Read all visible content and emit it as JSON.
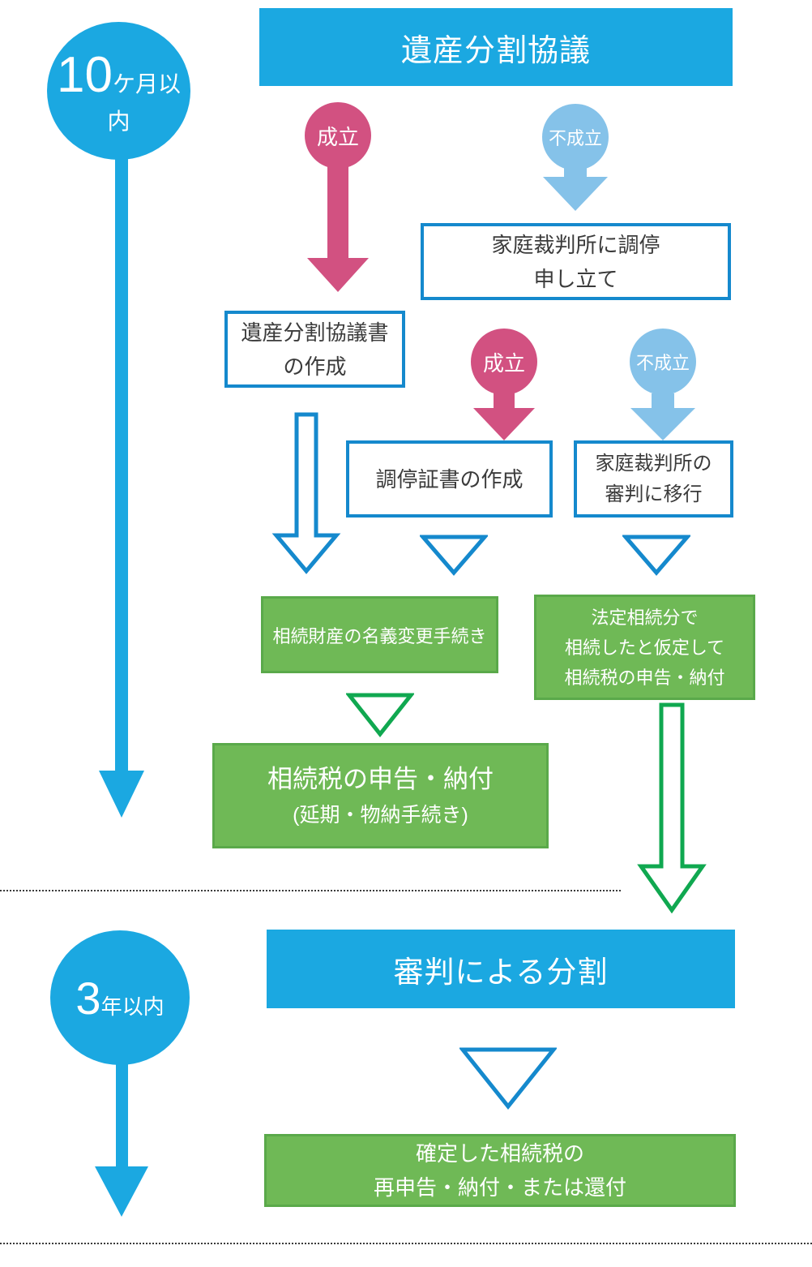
{
  "colors": {
    "blue": "#1ba8e1",
    "blue-dark": "#1589cd",
    "light-blue": "#85c2e9",
    "pink": "#d25181",
    "green": "#6fb956",
    "green-border": "#5aa94a",
    "green-arrow": "#10a850",
    "ink": "#3b3b3b"
  },
  "timeline": {
    "ten_months": {
      "number": "10",
      "unit": "ケ月以内"
    },
    "three_years": {
      "number": "3",
      "unit": "年以内"
    }
  },
  "decision_labels": {
    "agree": "成立",
    "disagree": "不成立"
  },
  "nodes": {
    "header": "遺産分割協議",
    "family_court": {
      "line1": "家庭裁判所に調停",
      "line2": "申し立て"
    },
    "agreement_doc": {
      "line1": "遺産分割協議書",
      "line2": "の作成"
    },
    "mediation_cert": "調停証書の作成",
    "court_transfer": {
      "line1": "家庭裁判所の",
      "line2": "審判に移行"
    },
    "name_change": "相続財産の名義変更手続き",
    "statutory": {
      "line1": "法定相続分で",
      "line2": "相続したと仮定して",
      "line3": "相続税の申告・納付"
    },
    "tax_filing": {
      "main": "相続税の申告・納付",
      "sub": "(延期・物納手続き)"
    },
    "adjudication": "審判による分割",
    "final_filing": {
      "line1": "確定した相続税の",
      "line2": "再申告・納付・または還付"
    }
  }
}
